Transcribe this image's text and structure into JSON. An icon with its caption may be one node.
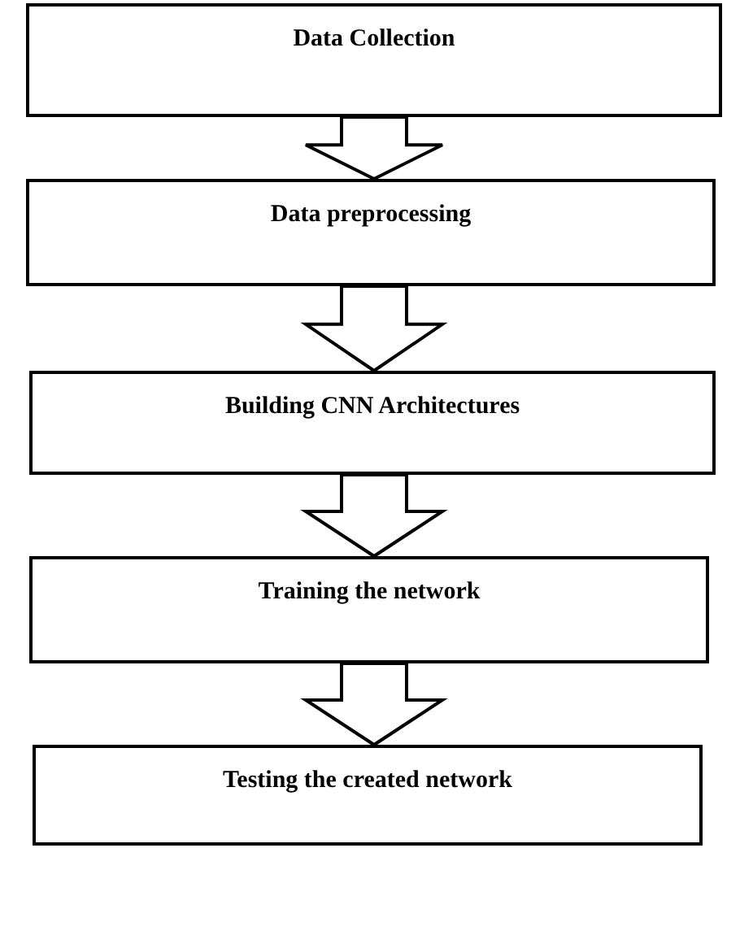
{
  "diagram": {
    "nodes": [
      {
        "text": [
          "Data Collection"
        ]
      },
      {
        "text": [
          "Data preprocessing"
        ]
      },
      {
        "text": [
          "Building CNN Architectures"
        ]
      },
      {
        "text": [
          "Training the network"
        ]
      },
      {
        "text": [
          "Testing the created network"
        ]
      }
    ],
    "edges": [
      {
        "from": 0,
        "to": 1,
        "arrow": "to"
      },
      {
        "from": 1,
        "to": 2,
        "arrow": "to"
      },
      {
        "from": 2,
        "to": 3,
        "arrow": "to"
      },
      {
        "from": 3,
        "to": 4,
        "arrow": "to"
      }
    ]
  }
}
